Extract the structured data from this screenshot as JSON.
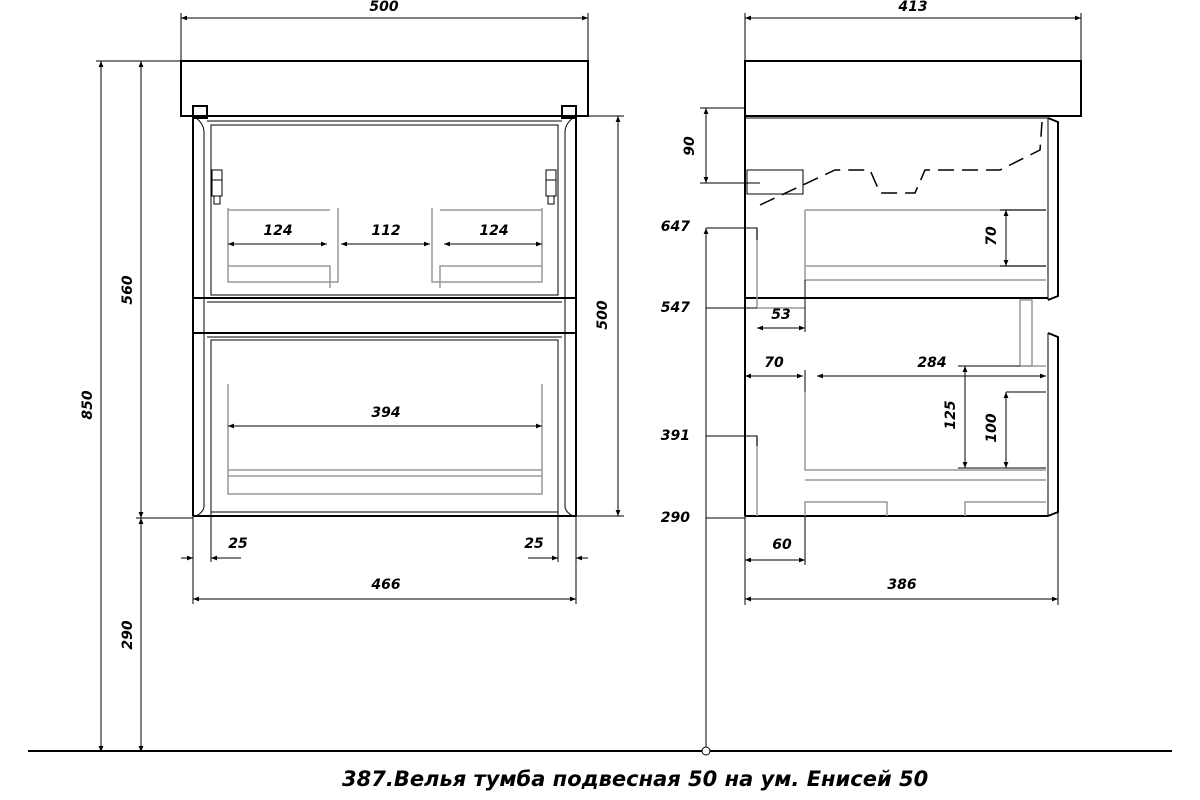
{
  "caption": "387.Велья тумба подвесная 50 на ум. Енисей 50",
  "front_view": {
    "top_width": "500",
    "total_height": "850",
    "body_height": "560",
    "door_height": "500",
    "shelf_left": "124",
    "shelf_mid": "112",
    "shelf_right": "124",
    "drawer_width": "394",
    "offset_left": "25",
    "offset_right": "25",
    "body_width": "466",
    "floor_height": "290"
  },
  "side_view": {
    "top_depth": "413",
    "sink_depth": "90",
    "level_647": "647",
    "level_547": "547",
    "level_391": "391",
    "level_290": "290",
    "upper_drawer_h": "70",
    "back_gap": "53",
    "side_gap": "70",
    "inner_depth": "284",
    "lower_outer_h": "125",
    "lower_inner_h": "100",
    "leg_offset": "60",
    "body_depth": "386"
  }
}
